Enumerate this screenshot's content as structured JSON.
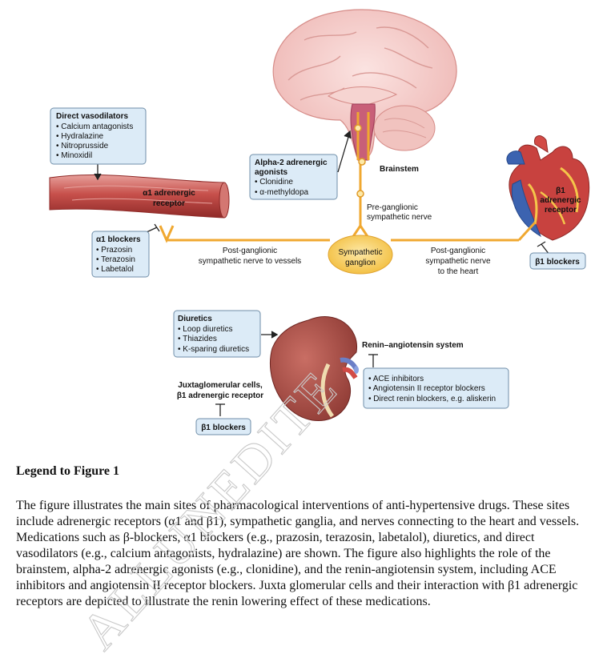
{
  "figure": {
    "direct_vasodilators": {
      "title": "Direct vasodilators",
      "items": [
        "• Calcium antagonists",
        "• Hydralazine",
        "• Nitroprusside",
        "• Minoxidil"
      ]
    },
    "alpha2_agonists": {
      "title_line1": "Alpha-2 adrenergic",
      "title_line2": "agonists",
      "items": [
        "• Clonidine",
        "• α-methyldopa"
      ]
    },
    "brainstem_label": "Brainstem",
    "preganglionic_label": [
      "Pre-ganglionic",
      "sympathetic nerve"
    ],
    "alpha1_receptor_label": [
      "α1 adrenergic",
      "receptor"
    ],
    "alpha1_blockers": {
      "title": "α1 blockers",
      "items": [
        "• Prazosin",
        "• Terazosin",
        "• Labetalol"
      ]
    },
    "postganglionic_vessels_label": [
      "Post-ganglionic",
      "sympathetic nerve to vessels"
    ],
    "ganglion_label": [
      "Sympathetic",
      "ganglion"
    ],
    "postganglionic_heart_label": [
      "Post-ganglionic",
      "sympathetic nerve",
      "to the heart"
    ],
    "beta1_receptor_label": [
      "β1",
      "adrenergic",
      "receptor"
    ],
    "beta1_blockers_heart": "β1 blockers",
    "diuretics": {
      "title": "Diuretics",
      "items": [
        "• Loop diuretics",
        "• Thiazides",
        "• K-sparing diuretics"
      ]
    },
    "ras_label": "Renin–angiotensin system",
    "ras_drugs": {
      "items": [
        "• ACE inhibitors",
        "• Angiotensin II receptor blockers",
        "• Direct renin blockers, e.g. aliskerin"
      ]
    },
    "juxtaglomerular_label": [
      "Juxtaglomerular cells,",
      "β1 adrenergic receptor"
    ],
    "beta1_blockers_kidney": "β1 blockers",
    "watermark": "ALLUNEDITE"
  },
  "legend": {
    "title": "Legend to Figure 1",
    "body": "The figure illustrates the main sites  of pharmacological interventions of anti-hypertensive drugs. These sites include adrenergic receptors (α1 and β1), sympathetic ganglia, and nerves connecting to the heart and vessels. Medications such as β-blockers, α1 blockers (e.g., prazosin, terazosin, labetalol), diuretics, and direct vasodilators (e.g., calcium antagonists, hydralazine) are shown. The figure also highlights the role of the brainstem, alpha-2 adrenergic agonists (e.g., clonidine), and the renin-angiotensin system, including ACE inhibitors and angiotensin II receptor blockers. Juxta glomerular cells and their interaction with β1 adrenergic receptors are depicted to illustrate the renin lowering effect of these medications."
  },
  "colors": {
    "nerve": "#f0a830",
    "box_fill": "#dcebf7",
    "box_stroke": "#6f8ea8",
    "vessel": "#c9524e",
    "ganglion": "#f5c64a"
  }
}
